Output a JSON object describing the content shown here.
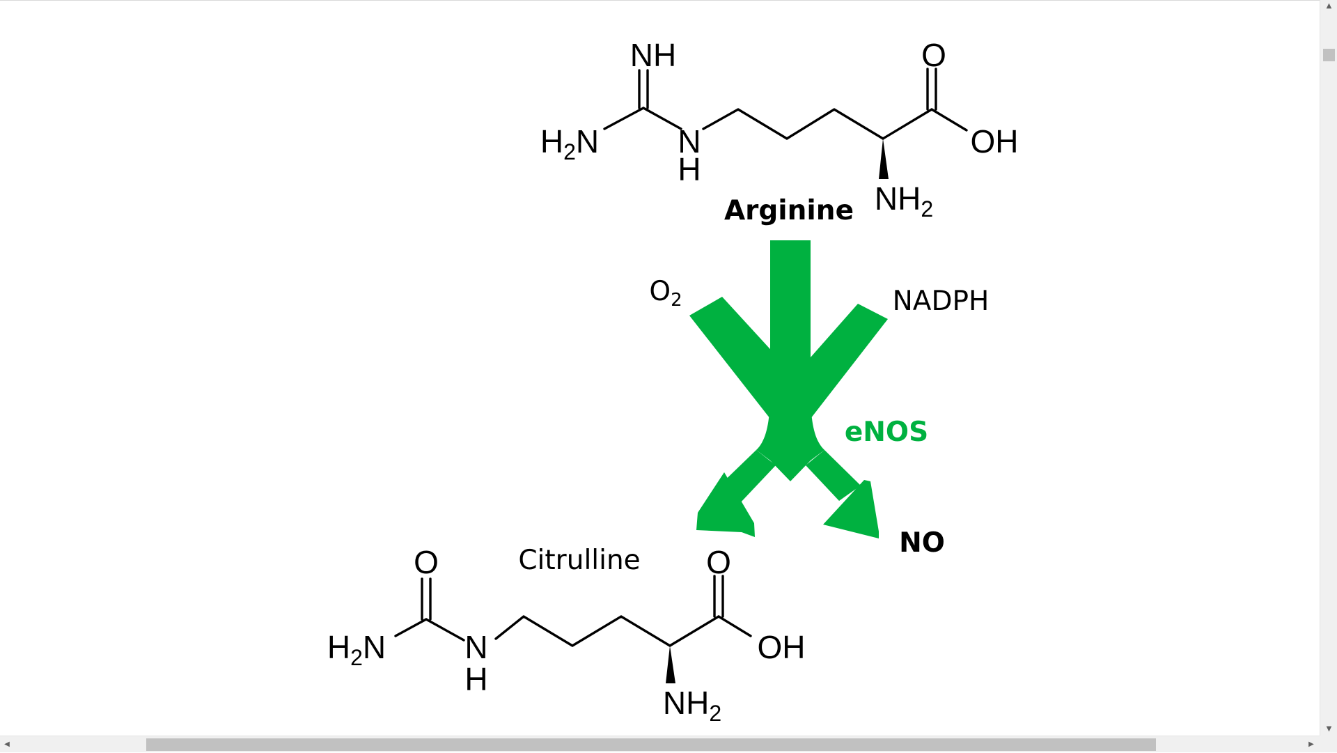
{
  "arginine": {
    "name": "Arginine",
    "atoms": {
      "imine": "NH",
      "amine_n": "N",
      "amine_sub": "2",
      "amine_h": "H",
      "nh_n": "N",
      "nh_h": "H",
      "carbonyl_o": "O",
      "hydroxyl": "OH",
      "alpha_n": "NH",
      "alpha_sub": "2"
    }
  },
  "citrulline": {
    "name": "Citrulline",
    "atoms": {
      "urea_o": "O",
      "amine_n": "N",
      "amine_sub": "2",
      "amine_h": "H",
      "nh_n": "N",
      "nh_h": "H",
      "carbonyl_o": "O",
      "hydroxyl": "OH",
      "alpha_n": "NH",
      "alpha_sub": "2"
    }
  },
  "reaction": {
    "enzyme": "eNOS",
    "cosubstrate_o2": "O",
    "cosubstrate_o2_sub": "2",
    "cofactor": "NADPH",
    "product_no": "NO"
  },
  "colors": {
    "arrow": "#00b140",
    "enzyme_text": "#00b140",
    "text": "#000000",
    "scrollbar_track": "#f0f0f0",
    "scrollbar_thumb": "#c1c1c1"
  },
  "scrollbars": {
    "vertical": {
      "up_icon": "▲",
      "down_icon": "▼"
    },
    "horizontal": {
      "left_icon": "◀",
      "right_icon": "▶"
    }
  }
}
